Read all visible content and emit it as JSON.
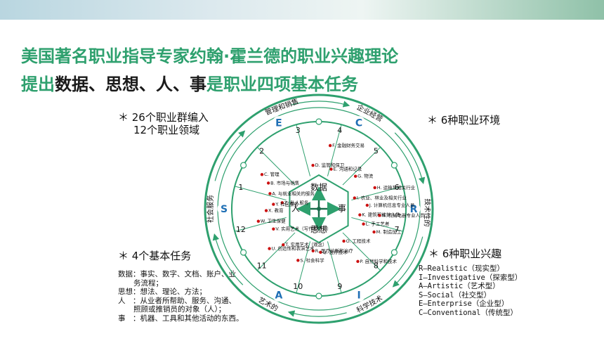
{
  "slide": {
    "title_line1": "美国著名职业指导专家约翰·霍兰德的职业兴趣理论",
    "title_line2_a": "提出",
    "title_line2_b": "数据、思想、人、事",
    "title_line2_c": "是职业四项基本任务"
  },
  "notes": {
    "groups_line1": "＊ 26个职业群编入",
    "groups_line2": "12个职业领域",
    "env": "＊ 6种职业环境",
    "tasks": "＊ 4个基本任务",
    "interest": "＊ 6种职业兴趣"
  },
  "tasks_desc": [
    "数据：事实、数字、文档、账户、业",
    "务流程；",
    "思想：想法、理论、方法；",
    "人　：从业者所帮助、服务、沟通、",
    "照顾或推销员的对象（人）；",
    "事　：机器、工具和其他活动的东西。"
  ],
  "interest_types": [
    "R—Realistic（现实型）",
    "I—Investigative（探索型）",
    "A—Artistic（艺术型）",
    "S—Social（社交型）",
    "E—Enterprise（企业型）",
    "C—Conventional（传统型）"
  ],
  "wheel": {
    "center": {
      "top": "数据",
      "left": "人",
      "right": "事",
      "bottom": "思想"
    },
    "outer_labels": [
      "管理和销售",
      "企业经营",
      "技术性的",
      "科学技术",
      "艺术的",
      "社会服务"
    ],
    "letters": [
      "E",
      "C",
      "R",
      "I",
      "A",
      "S"
    ],
    "sector_numbers": [
      "1",
      "2",
      "3",
      "4",
      "5",
      "6",
      "7",
      "8",
      "9",
      "10",
      "11",
      "12"
    ],
    "jobs": [
      "C. 管理",
      "B. 市场与销售",
      "A. 与就业相关的服务",
      "Z. 私人服务",
      "D. 监管和保卫",
      "F. 金融财务交易",
      "E. 沟通和记录",
      "G. 物流",
      "H. 运输及相关行业",
      "I. 农业、林业及相关行业",
      "J. 计算机信息专业人员",
      "K. 建筑和维护人员",
      "L. 手工艺者",
      "N. 机械电器专业人员",
      "M. 制造加工",
      "O. 工程技术",
      "P. 自然科学和技术",
      "Q. 医疗技术",
      "R. 医疗诊断和治疗",
      "S. 社会科学",
      "T. 实用艺术（观念）",
      "U. 创造性和表演艺术",
      "V. 实用艺术（写作和口头）",
      "W. 卫生保健",
      "X. 教育",
      "Y. 社区服务"
    ]
  },
  "colors": {
    "accent_green": "#2ea06e",
    "letter_blue": "#1f6fb5",
    "dot_red": "#cc1111"
  }
}
